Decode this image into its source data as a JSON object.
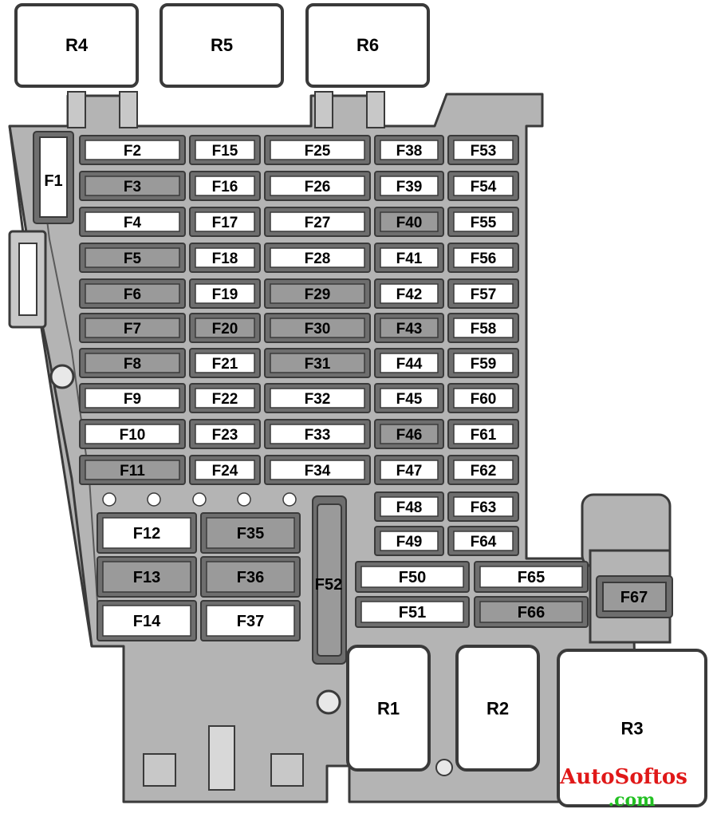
{
  "top_relays": [
    {
      "label": "R4"
    },
    {
      "label": "R5"
    },
    {
      "label": "R6"
    }
  ],
  "fuses_small": [
    {
      "label": "F2",
      "shade": "white"
    },
    {
      "label": "F3",
      "shade": "gray"
    },
    {
      "label": "F4",
      "shade": "white"
    },
    {
      "label": "F5",
      "shade": "gray"
    },
    {
      "label": "F6",
      "shade": "gray"
    },
    {
      "label": "F7",
      "shade": "gray"
    },
    {
      "label": "F8",
      "shade": "gray"
    },
    {
      "label": "F9",
      "shade": "white"
    },
    {
      "label": "F10",
      "shade": "white"
    },
    {
      "label": "F11",
      "shade": "gray"
    },
    {
      "label": "F15",
      "shade": "white"
    },
    {
      "label": "F16",
      "shade": "white"
    },
    {
      "label": "F17",
      "shade": "white"
    },
    {
      "label": "F18",
      "shade": "white"
    },
    {
      "label": "F19",
      "shade": "white"
    },
    {
      "label": "F20",
      "shade": "gray"
    },
    {
      "label": "F21",
      "shade": "white"
    },
    {
      "label": "F22",
      "shade": "white"
    },
    {
      "label": "F23",
      "shade": "white"
    },
    {
      "label": "F24",
      "shade": "white"
    },
    {
      "label": "F25",
      "shade": "white"
    },
    {
      "label": "F26",
      "shade": "white"
    },
    {
      "label": "F27",
      "shade": "white"
    },
    {
      "label": "F28",
      "shade": "white"
    },
    {
      "label": "F29",
      "shade": "gray"
    },
    {
      "label": "F30",
      "shade": "gray"
    },
    {
      "label": "F31",
      "shade": "gray"
    },
    {
      "label": "F32",
      "shade": "white"
    },
    {
      "label": "F33",
      "shade": "white"
    },
    {
      "label": "F34",
      "shade": "white"
    },
    {
      "label": "F38",
      "shade": "white"
    },
    {
      "label": "F39",
      "shade": "white"
    },
    {
      "label": "F40",
      "shade": "gray"
    },
    {
      "label": "F41",
      "shade": "white"
    },
    {
      "label": "F42",
      "shade": "white"
    },
    {
      "label": "F43",
      "shade": "gray"
    },
    {
      "label": "F44",
      "shade": "white"
    },
    {
      "label": "F45",
      "shade": "white"
    },
    {
      "label": "F46",
      "shade": "gray"
    },
    {
      "label": "F47",
      "shade": "white"
    },
    {
      "label": "F48",
      "shade": "white"
    },
    {
      "label": "F49",
      "shade": "white"
    },
    {
      "label": "F53",
      "shade": "white"
    },
    {
      "label": "F54",
      "shade": "white"
    },
    {
      "label": "F55",
      "shade": "white"
    },
    {
      "label": "F56",
      "shade": "white"
    },
    {
      "label": "F57",
      "shade": "white"
    },
    {
      "label": "F58",
      "shade": "white"
    },
    {
      "label": "F59",
      "shade": "white"
    },
    {
      "label": "F60",
      "shade": "white"
    },
    {
      "label": "F61",
      "shade": "white"
    },
    {
      "label": "F62",
      "shade": "white"
    },
    {
      "label": "F63",
      "shade": "white"
    },
    {
      "label": "F64",
      "shade": "white"
    }
  ],
  "fuses_large": [
    {
      "label": "F12",
      "shade": "white"
    },
    {
      "label": "F13",
      "shade": "gray"
    },
    {
      "label": "F14",
      "shade": "white"
    },
    {
      "label": "F35",
      "shade": "gray"
    },
    {
      "label": "F36",
      "shade": "gray"
    },
    {
      "label": "F37",
      "shade": "white"
    }
  ],
  "fuses_wide": [
    {
      "label": "F50",
      "shade": "white"
    },
    {
      "label": "F51",
      "shade": "white"
    },
    {
      "label": "F65",
      "shade": "white"
    },
    {
      "label": "F66",
      "shade": "gray"
    }
  ],
  "fuse_f1": {
    "label": "F1"
  },
  "fuse_f52": {
    "label": "F52"
  },
  "fuse_f67": {
    "label": "F67"
  },
  "bottom_relays": [
    {
      "label": "R1"
    },
    {
      "label": "R2"
    },
    {
      "label": "R3"
    }
  ],
  "watermark": {
    "line1": "AutoSoftos",
    "line2": ".com"
  },
  "colors": {
    "housing": "#b4b4b4",
    "outline": "#3a3a3a",
    "slot": "#6e6e6e",
    "fuse_gray": "#9a9a9a",
    "fuse_white": "#ffffff",
    "watermark_red": "#e01818",
    "watermark_green": "#22c022"
  }
}
